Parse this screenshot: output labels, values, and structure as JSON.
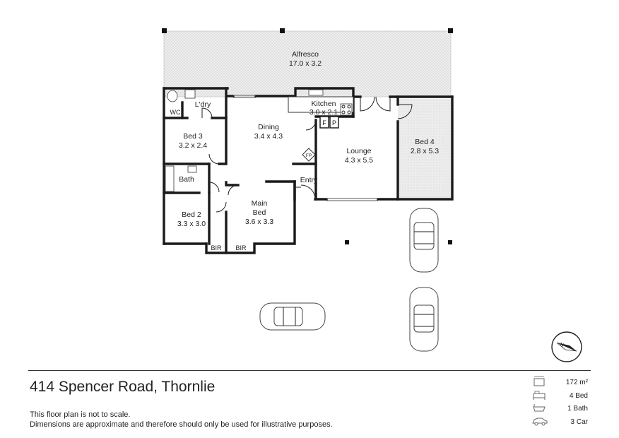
{
  "rooms": {
    "alfresco": {
      "name": "Alfresco",
      "size": "17.0 x 3.2"
    },
    "laundry": {
      "name": "L'dry"
    },
    "wc": {
      "name": "WC"
    },
    "kitchen": {
      "name": "Kitchen",
      "size": "3.0 x 2.1"
    },
    "dining": {
      "name": "Dining",
      "size": "3.4 x 4.3"
    },
    "bed3": {
      "name": "Bed 3",
      "size": "3.2 x 2.4"
    },
    "bath": {
      "name": "Bath"
    },
    "bed2": {
      "name": "Bed 2",
      "size": "3.3 x 3.0"
    },
    "main_bed_line1": "Main",
    "main_bed_line2": "Bed",
    "main_bed_size": "3.6 x 3.3",
    "lounge": {
      "name": "Lounge",
      "size": "4.3 x 5.5"
    },
    "bed4": {
      "name": "Bed 4",
      "size": "2.8 x 5.3"
    },
    "entry": {
      "name": "Entry"
    },
    "fridge": "F",
    "pantry": "P",
    "fireplace": "FP",
    "bir1": "BIR",
    "bir2": "BIR"
  },
  "footer": {
    "address": "414 Spencer Road, Thornlie",
    "note1": "This floor plan is not to scale.",
    "note2": "Dimensions are approximate and therefore should only be used for illustrative purposes."
  },
  "stats": {
    "area": "172 m²",
    "beds": "4 Bed",
    "baths": "1 Bath",
    "cars": "3 Car"
  },
  "icons": [
    "compass-icon",
    "area-icon",
    "bed-icon",
    "bath-icon",
    "car-icon"
  ]
}
